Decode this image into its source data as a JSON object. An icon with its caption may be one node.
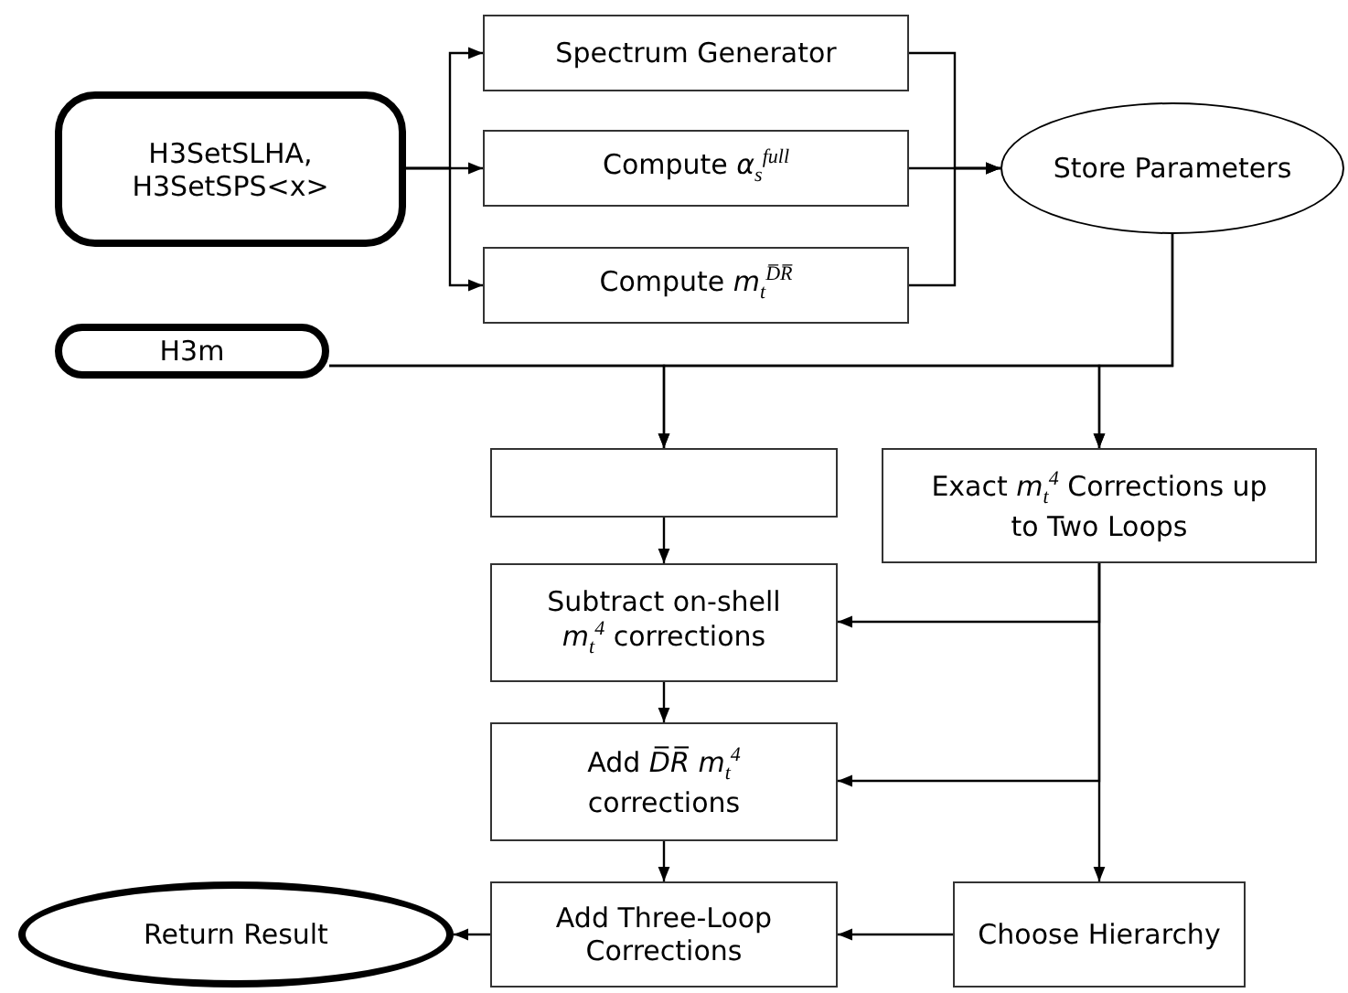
{
  "diagram": {
    "nodes": [
      {
        "text": [
          "H3SetSLHA, H3SetSPS<x>"
        ]
      },
      {
        "text": [
          "Spectrum Generator"
        ]
      },
      {
        "text": [
          "Compute *α*$_{s}$$^{full}$"
        ]
      },
      {
        "text": [
          "Compute *m*$_{t}$$^{D̅R̅}$"
        ]
      },
      {
        "text": [
          "Store Parameters"
        ]
      },
      {
        "text": [
          "H3m"
        ]
      },
      {
        "text": [],
        "shape": "box"
      },
      {
        "text": [
          "Exact *m*$_{t}$$^{4}$ Corrections up to Two Loops"
        ]
      },
      {
        "text": [
          "Subtract on-shell *m*$_{t}$$^{4}$ corrections"
        ]
      },
      {
        "text": [
          "Add *D̅R̅* *m*$_{t}$$^{4}$ corrections"
        ]
      },
      {
        "text": [
          "Return Result"
        ]
      },
      {
        "text": [
          "Add Three-Loop Corrections"
        ]
      },
      {
        "text": [
          "Choose Hierarchy"
        ]
      }
    ],
    "edges": [
      {
        "from": 0,
        "to": 1,
        "arrow": "to"
      },
      {
        "from": 0,
        "to": 2,
        "arrow": "to"
      },
      {
        "from": 0,
        "to": 3,
        "arrow": "to"
      },
      {
        "from": 1,
        "to": 4,
        "arrow": "to"
      },
      {
        "from": 2,
        "to": 4,
        "arrow": "to"
      },
      {
        "from": 3,
        "to": 4,
        "arrow": "to"
      },
      {
        "from": 4,
        "to": 6,
        "arrow": "to"
      },
      {
        "from": 4,
        "to": 7,
        "arrow": "to"
      },
      {
        "from": 5,
        "to": 6,
        "arrow": "to"
      },
      {
        "from": 5,
        "to": 7,
        "arrow": "to"
      },
      {
        "from": 6,
        "to": 8,
        "arrow": "to"
      },
      {
        "from": 8,
        "to": 9,
        "arrow": "to"
      },
      {
        "from": 9,
        "to": 11,
        "arrow": "to"
      },
      {
        "from": 7,
        "to": 8,
        "arrow": "to"
      },
      {
        "from": 7,
        "to": 9,
        "arrow": "to"
      },
      {
        "from": 7,
        "to": 12,
        "arrow": "to"
      },
      {
        "from": 12,
        "to": 11,
        "arrow": "to"
      },
      {
        "from": 11,
        "to": 10,
        "arrow": "to"
      }
    ]
  }
}
